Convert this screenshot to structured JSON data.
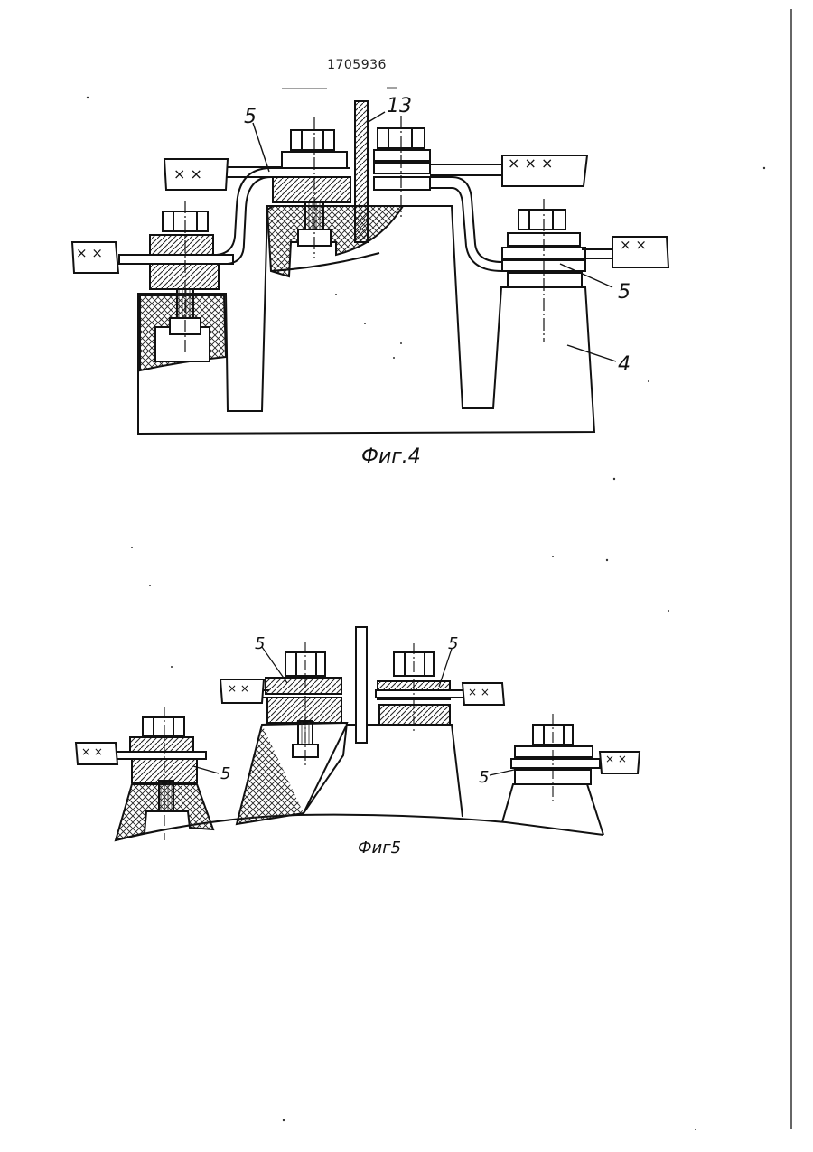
{
  "document": {
    "patent_number": "1705936"
  },
  "figure4": {
    "caption": "Фиг.4",
    "callouts": {
      "bus_left": "5",
      "plate": "13",
      "bus_right": "5",
      "base": "4"
    },
    "terminal_marks": {
      "upper_left": "× ×",
      "upper_right": "× × ×",
      "lower_left": "× ×",
      "lower_right": "× ×"
    }
  },
  "figure5": {
    "caption": "Фиг5",
    "callouts": {
      "top_left": "5",
      "top_right": "5",
      "left": "5",
      "right": "5"
    },
    "terminal_marks": {
      "left": "× ×",
      "mid_left": "× ×",
      "mid_right": "× ×",
      "right": "× ×"
    }
  }
}
